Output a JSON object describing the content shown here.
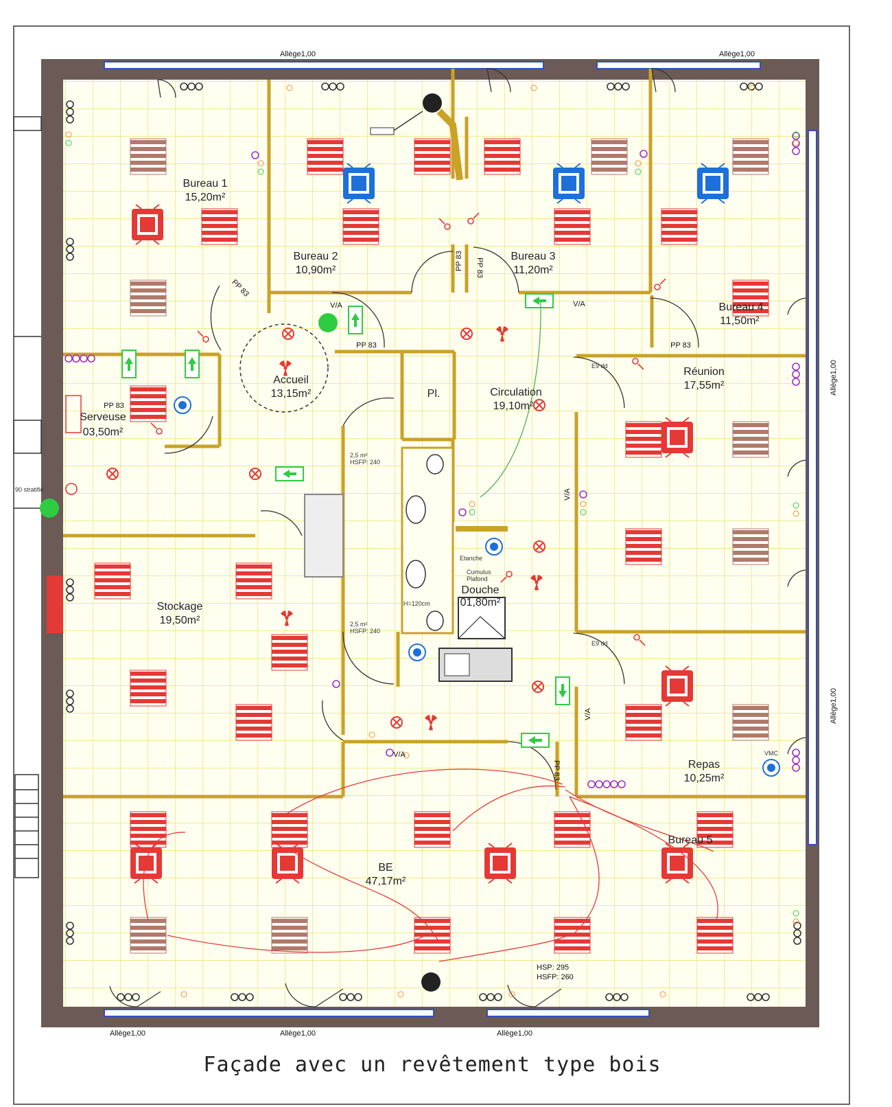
{
  "rooms": [
    {
      "name": "Bureau 1",
      "area": "15,20m²"
    },
    {
      "name": "Bureau 2",
      "area": "10,90m²"
    },
    {
      "name": "Bureau 3",
      "area": "11,20m²"
    },
    {
      "name": "Bureau 4",
      "area": "11,50m²"
    },
    {
      "name": "Accueil",
      "area": "13,15m²"
    },
    {
      "name": "Circulation",
      "area": "19,10m²"
    },
    {
      "name": "Réunion",
      "area": "17,55m²"
    },
    {
      "name": "Serveuse",
      "area": "03,50m²"
    },
    {
      "name": "Stockage",
      "area": "19,50m²"
    },
    {
      "name": "Douche",
      "area": "01,80m²"
    },
    {
      "name": "Repas",
      "area": "10,25m²"
    },
    {
      "name": "BE",
      "area": "47,17m²"
    },
    {
      "name": "Bureau 5",
      "area": ""
    }
  ],
  "labels": {
    "pl": "Pl.",
    "allege": "Allège1,00",
    "va": "V/A",
    "pp83": "PP 83",
    "vmc": "VMC",
    "hsp_line1": "HSP:  295",
    "hsp_line2": "HSFP:  260",
    "wc_hsp1": "2,5 m²",
    "wc_hsfp": "HSFP: 240",
    "etanche": "Etanche",
    "cumulus_line1": "Cumulus",
    "cumulus_line2": "Plafond",
    "h120": "H=120cm",
    "strat": "90 stratifié",
    "e9": "E9 dd",
    "facade_note": "Façade avec un revêtement type bois"
  },
  "colors": {
    "wall": "#6b5a55",
    "partition": "#c9a227",
    "grid": "#e8e36a",
    "floor": "#fffff0",
    "desk_red": "#e53935",
    "desk_brown": "#b07a6a",
    "desk_blue": "#1e6fd9",
    "window": "#3050c0",
    "green_sign": "#2ecc40",
    "circuit_red": "#e53935",
    "circuit_green": "#4caf50"
  }
}
